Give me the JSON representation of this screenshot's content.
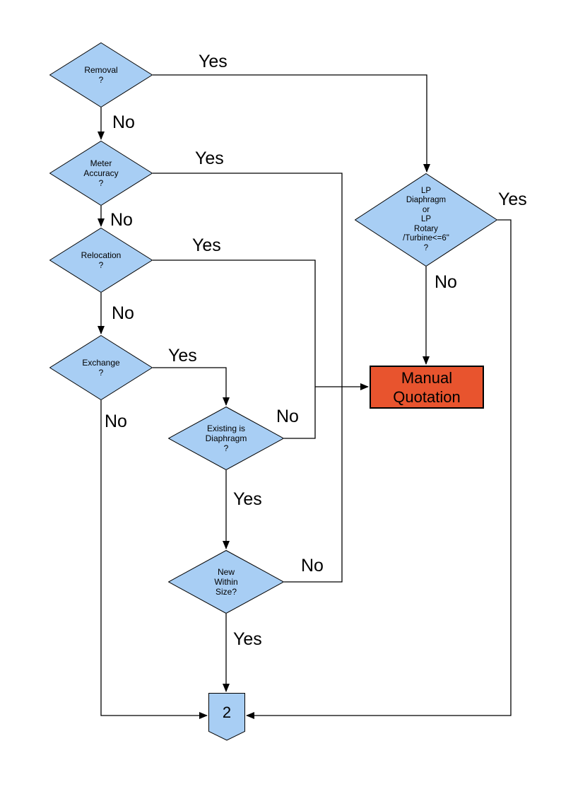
{
  "flowchart": {
    "title": "meter quotation decision flowchart",
    "nodes": {
      "removal": {
        "type": "decision",
        "label": "Removal\n?"
      },
      "meter_accuracy": {
        "type": "decision",
        "label": "Meter\nAccuracy\n?"
      },
      "relocation": {
        "type": "decision",
        "label": "Relocation\n?"
      },
      "exchange": {
        "type": "decision",
        "label": "Exchange\n?"
      },
      "existing_is_diaphragm": {
        "type": "decision",
        "label": "Existing is\nDiaphragm\n?"
      },
      "new_within_size": {
        "type": "decision",
        "label": "New\nWithin\nSize?"
      },
      "lp_type": {
        "type": "decision",
        "label": "LP\nDiaphragm\nor\nLP\nRotary\n/Turbine<=6\"\n?"
      },
      "manual_quotation": {
        "type": "process",
        "label": "Manual\nQuotation"
      },
      "offpage_connector": {
        "type": "connector",
        "label": "2"
      }
    },
    "edge_labels": {
      "removal_yes": "Yes",
      "removal_no": "No",
      "meter_yes": "Yes",
      "meter_no": "No",
      "relocation_yes": "Yes",
      "relocation_no": "No",
      "exchange_yes": "Yes",
      "exchange_no": "No",
      "existing_yes": "Yes",
      "existing_no": "No",
      "new_yes": "Yes",
      "new_no": "No",
      "lp_yes": "Yes",
      "lp_no": "No"
    },
    "colors": {
      "decision_fill": "#A8CEF4",
      "process_fill": "#E8542E",
      "line": "#000000",
      "text": "#000000",
      "background": "#FFFFFF"
    }
  }
}
